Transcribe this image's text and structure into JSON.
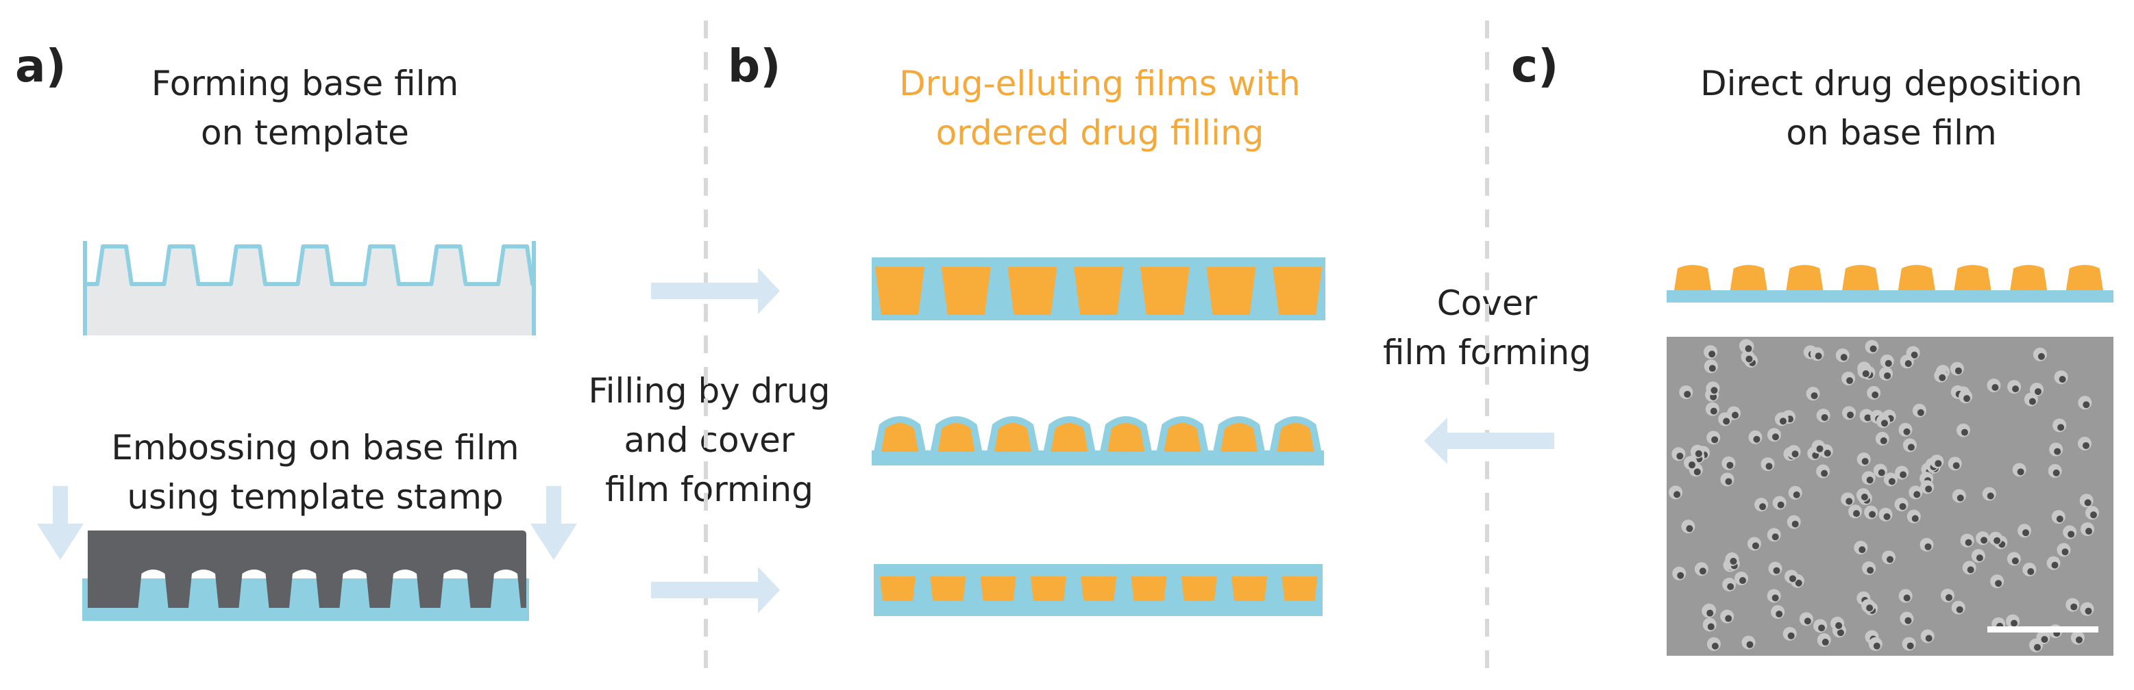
{
  "panels": {
    "a": {
      "letter": "a)",
      "title_lines": [
        "Forming base film",
        "on template"
      ],
      "subtitle_lines": [
        "Embossing on base film",
        "using template stamp"
      ]
    },
    "b": {
      "letter": "b)",
      "title_lines": [
        "Drug-elluting films with",
        "ordered drug filling"
      ],
      "side_label_lines": [
        "Filling by drug",
        "and cover",
        "film forming"
      ]
    },
    "c": {
      "letter": "c)",
      "title_lines": [
        "Direct drug deposition",
        "on base film"
      ],
      "side_label_lines": [
        "Cover",
        "film forming"
      ]
    }
  },
  "colors": {
    "film_blue": "#8fcfe2",
    "arrow_blue": "#d6e6f2",
    "drug_orange": "#f8ac3a",
    "highlight_orange": "#f5a93b",
    "template_gray": "#e6e8ea",
    "stamp_gray": "#5f6164",
    "divider": "#d8d8d8",
    "text": "#222222"
  },
  "icons": [
    "right-arrow-icon",
    "left-arrow-icon",
    "down-arrow-icon"
  ]
}
